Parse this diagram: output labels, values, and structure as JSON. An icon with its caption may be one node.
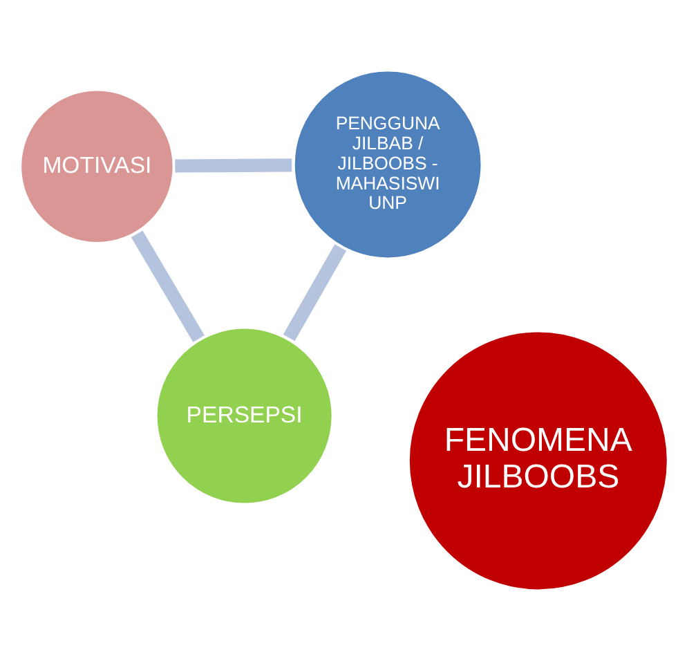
{
  "diagram": {
    "nodes": [
      {
        "text": [
          "MOTIVASI"
        ]
      },
      {
        "text": [
          "PENGGUNA JILBAB / JILBOOBS - MAHASISWI UNP"
        ]
      },
      {
        "text": [
          "FENOMENA JILBOOBS"
        ]
      },
      {
        "text": [
          "PERSEPSI"
        ]
      }
    ],
    "edges": [
      {
        "from": 1,
        "to": 0,
        "arrow": "none"
      },
      {
        "from": 0,
        "to": 3,
        "arrow": "none"
      },
      {
        "from": 3,
        "to": 1,
        "arrow": "none"
      }
    ]
  }
}
